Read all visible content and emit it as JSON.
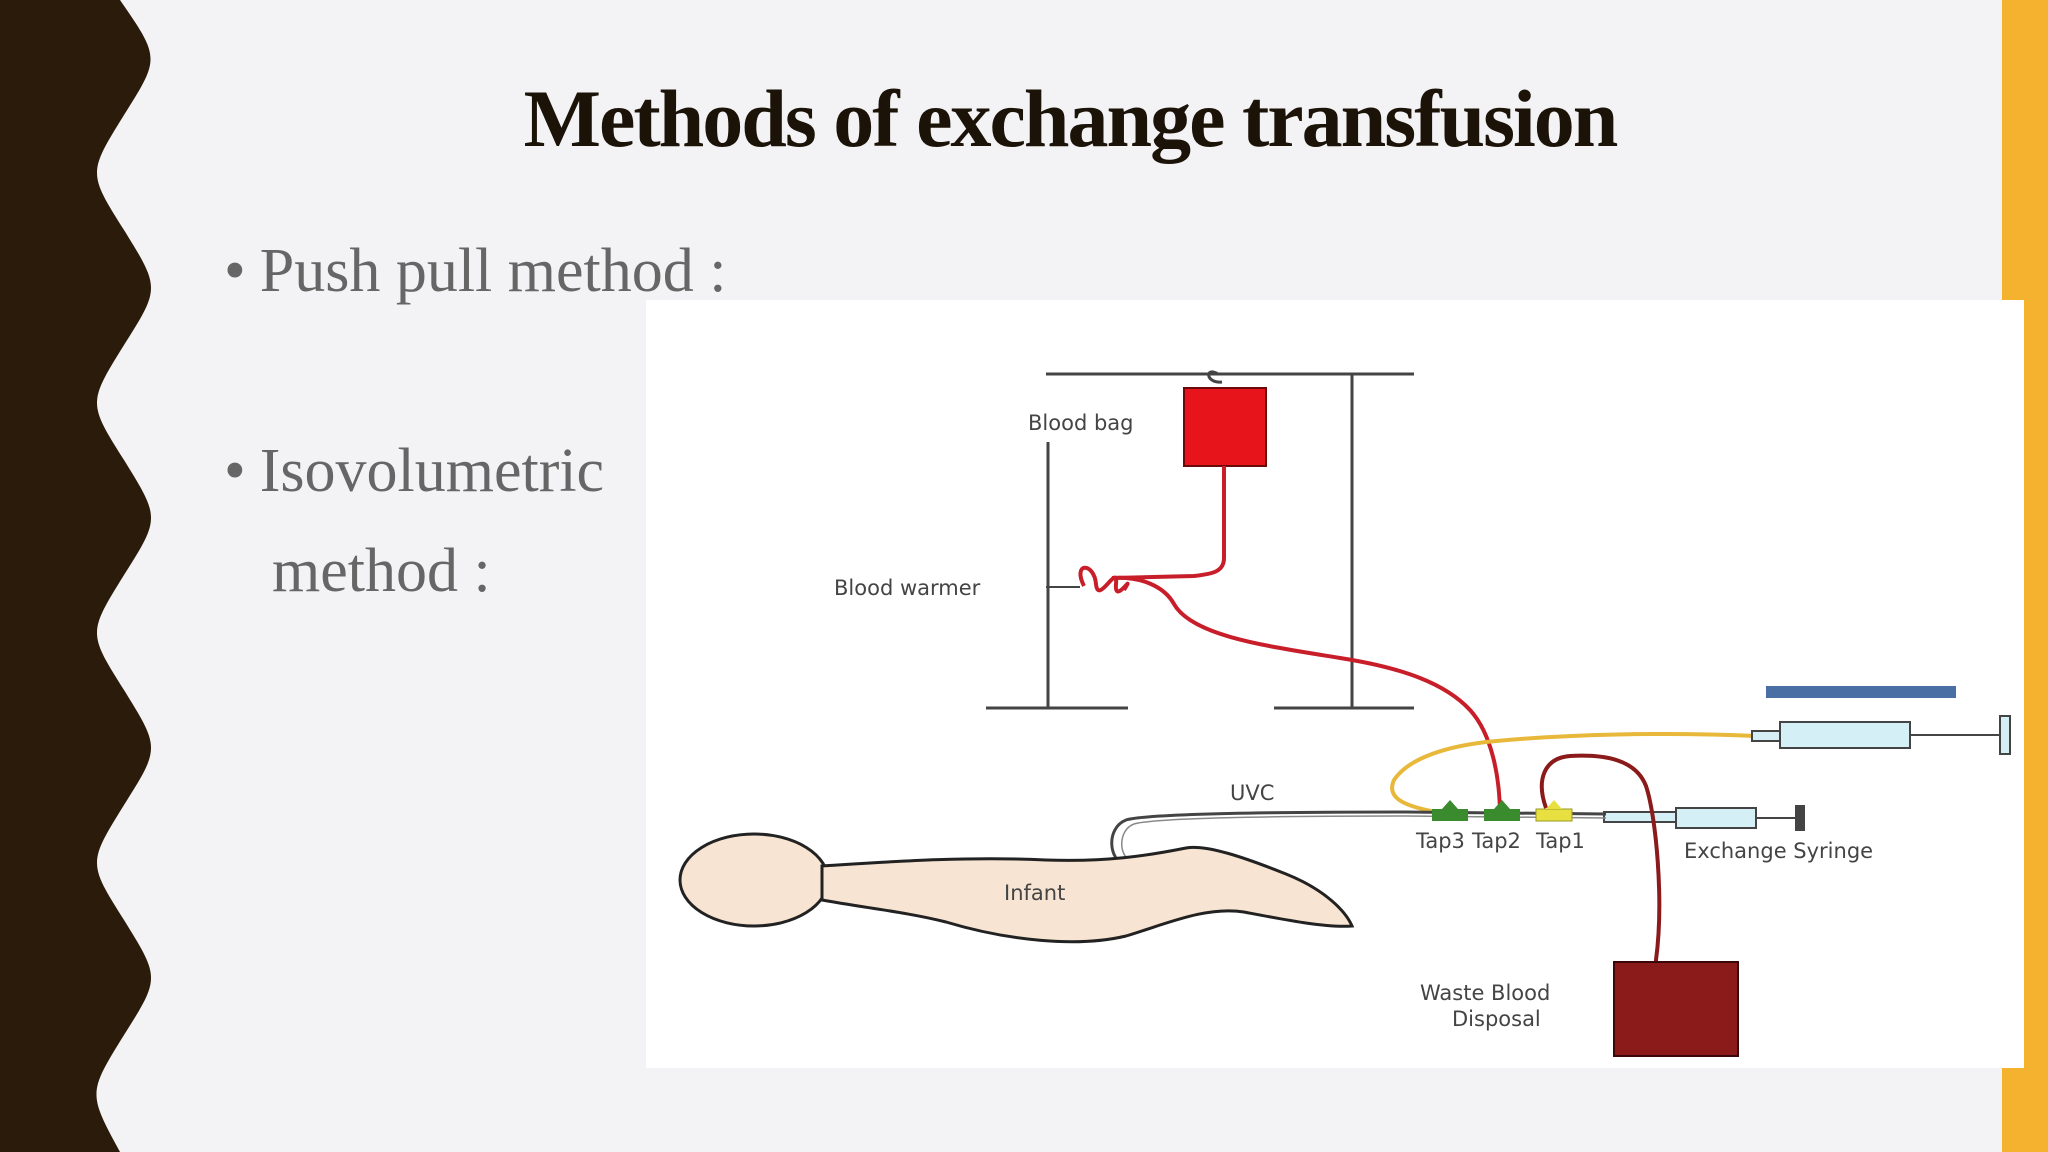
{
  "slide": {
    "title": "Methods of exchange transfusion",
    "bullets": [
      {
        "marker": "•",
        "text": "Push pull method :"
      },
      {
        "marker": "•",
        "text": "Isovolumetric",
        "continuation": "method :"
      }
    ]
  },
  "diagram": {
    "labels": {
      "blood_bag": "Blood bag",
      "blood_warmer": "Blood warmer",
      "uvc": "UVC",
      "infant": "Infant",
      "tap3": "Tap3",
      "tap2": "Tap2",
      "tap1": "Tap1",
      "exchange_syringe": "Exchange Syringe",
      "waste_line1": "Waste Blood",
      "waste_line2": "Disposal"
    },
    "colors": {
      "blood": "#e8141c",
      "line_blood": "#c81e2a",
      "albumin_line": "#e8b83a",
      "waste": "#8b1a1a",
      "infant_skin": "#f7e4d2",
      "syringe": "#d4f0f6",
      "tap_green": "#3a8a2e",
      "tap_yellow": "#e8e040",
      "albumin_label": "#4a6fa5"
    }
  },
  "theme": {
    "left_band": "#2a1b0b",
    "right_bar": "#f5b22e",
    "background": "#f3f3f5"
  }
}
